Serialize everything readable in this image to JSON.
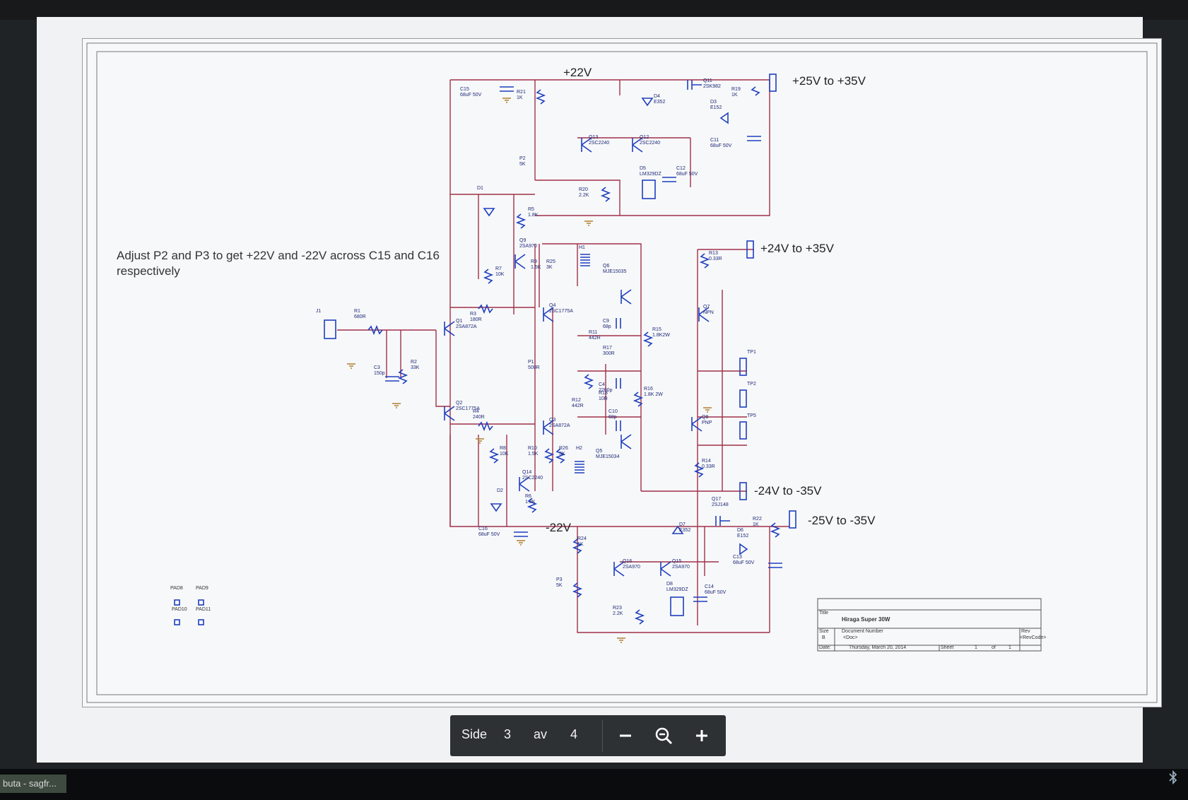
{
  "schematic": {
    "note": "Adjust P2 and P3 to get +22V and -22V across C15 and C16 respectively",
    "rails": {
      "pos22": "+22V",
      "neg22": "-22V",
      "tp6": "+25V to +35V",
      "tp3": "+24V to +35V",
      "tp4": "-24V to -35V",
      "tp7": "-25V to -35V"
    },
    "title_block": {
      "title_label": "Title",
      "title": "Hiraga Super 30W",
      "size_label": "Size",
      "size": "B",
      "docnum_label": "Document Number",
      "docnum": "<Doc>",
      "rev_label": "Rev",
      "rev": "<RevCode>",
      "date_label": "Date:",
      "date": "Thursday, March 20, 2014",
      "sheet_label": "Sheet",
      "sheet": "1",
      "of_label": "of",
      "of": "1"
    },
    "pads": [
      "PAD8",
      "PAD9",
      "PAD10",
      "PAD11"
    ],
    "components": [
      {
        "ref": "C15",
        "val": "68uF 50V"
      },
      {
        "ref": "R21",
        "val": "1K"
      },
      {
        "ref": "Q11",
        "val": "2SK982"
      },
      {
        "ref": "R19",
        "val": "1K"
      },
      {
        "ref": "D4",
        "val": "E352"
      },
      {
        "ref": "D3",
        "val": "E152"
      },
      {
        "ref": "C11",
        "val": "68uF 50V"
      },
      {
        "ref": "Q13",
        "val": "2SC2240"
      },
      {
        "ref": "Q12",
        "val": "2SC2240"
      },
      {
        "ref": "P2",
        "val": "5K"
      },
      {
        "ref": "D5",
        "val": "LM329DZ"
      },
      {
        "ref": "C12",
        "val": "68uF 50V"
      },
      {
        "ref": "R20",
        "val": "2.2K"
      },
      {
        "ref": "D1",
        "val": ""
      },
      {
        "ref": "R5",
        "val": "1.8K"
      },
      {
        "ref": "Q9",
        "val": "2SA970"
      },
      {
        "ref": "R7",
        "val": "10K"
      },
      {
        "ref": "R9",
        "val": "1.5K"
      },
      {
        "ref": "R25",
        "val": "3K"
      },
      {
        "ref": "H1",
        "val": ""
      },
      {
        "ref": "Q6",
        "val": "MJE15035"
      },
      {
        "ref": "R13",
        "val": "0.33R"
      },
      {
        "ref": "J1",
        "val": ""
      },
      {
        "ref": "R1",
        "val": "680R"
      },
      {
        "ref": "R3",
        "val": "180R"
      },
      {
        "ref": "Q1",
        "val": "2SA872A"
      },
      {
        "ref": "Q4",
        "val": "2SC1775A"
      },
      {
        "ref": "C9",
        "val": "68p"
      },
      {
        "ref": "Q7",
        "val": "NPN"
      },
      {
        "ref": "R11",
        "val": "442R"
      },
      {
        "ref": "R15",
        "val": "1.8K2W"
      },
      {
        "ref": "R17",
        "val": "300R"
      },
      {
        "ref": "C3",
        "val": "150p"
      },
      {
        "ref": "R2",
        "val": "33K"
      },
      {
        "ref": "P1",
        "val": "500R"
      },
      {
        "ref": "C4",
        "val": "2200p"
      },
      {
        "ref": "R18",
        "val": "10R"
      },
      {
        "ref": "R16",
        "val": "1.8K 2W"
      },
      {
        "ref": "R12",
        "val": "442R"
      },
      {
        "ref": "Q2",
        "val": "2SC1775A"
      },
      {
        "ref": "R4",
        "val": "240R"
      },
      {
        "ref": "C10",
        "val": "68p"
      },
      {
        "ref": "Q3",
        "val": "2SA872A"
      },
      {
        "ref": "Q8",
        "val": "PNP"
      },
      {
        "ref": "R8",
        "val": "10K"
      },
      {
        "ref": "R10",
        "val": "1.5K"
      },
      {
        "ref": "R26",
        "val": "3K"
      },
      {
        "ref": "H2",
        "val": ""
      },
      {
        "ref": "Q5",
        "val": "MJE15034"
      },
      {
        "ref": "R14",
        "val": "0.33R"
      },
      {
        "ref": "Q14",
        "val": "2SC2240"
      },
      {
        "ref": "D2",
        "val": ""
      },
      {
        "ref": "R6",
        "val": "1.8K"
      },
      {
        "ref": "Q17",
        "val": "2SJ148"
      },
      {
        "ref": "C16",
        "val": "68uF 50V"
      },
      {
        "ref": "D7",
        "val": "E352"
      },
      {
        "ref": "R22",
        "val": "1K"
      },
      {
        "ref": "D6",
        "val": "E152"
      },
      {
        "ref": "R24",
        "val": "1K"
      },
      {
        "ref": "C13",
        "val": "68uF 50V"
      },
      {
        "ref": "Q16",
        "val": "2SA970"
      },
      {
        "ref": "Q15",
        "val": "2SA970"
      },
      {
        "ref": "P3",
        "val": "5K"
      },
      {
        "ref": "D8",
        "val": "LM329DZ"
      },
      {
        "ref": "C14",
        "val": "68uF 50V"
      },
      {
        "ref": "R23",
        "val": "2.2K"
      }
    ],
    "testpoints": [
      "TP1",
      "TP2",
      "TP5"
    ]
  },
  "toolbar": {
    "page_label": "Side",
    "current_page": "3",
    "of_label": "av",
    "total_pages": "4",
    "zoom_out_icon": "minus-icon",
    "zoom_icon": "magnifier-icon",
    "zoom_in_icon": "plus-icon"
  },
  "taskbar": {
    "item_label": "buta - sagfr..."
  },
  "colors": {
    "wire": "#a0304a",
    "component": "#1f3fbf",
    "page_bg": "#f7f8f9",
    "toolbar_bg": "#2e3134"
  }
}
